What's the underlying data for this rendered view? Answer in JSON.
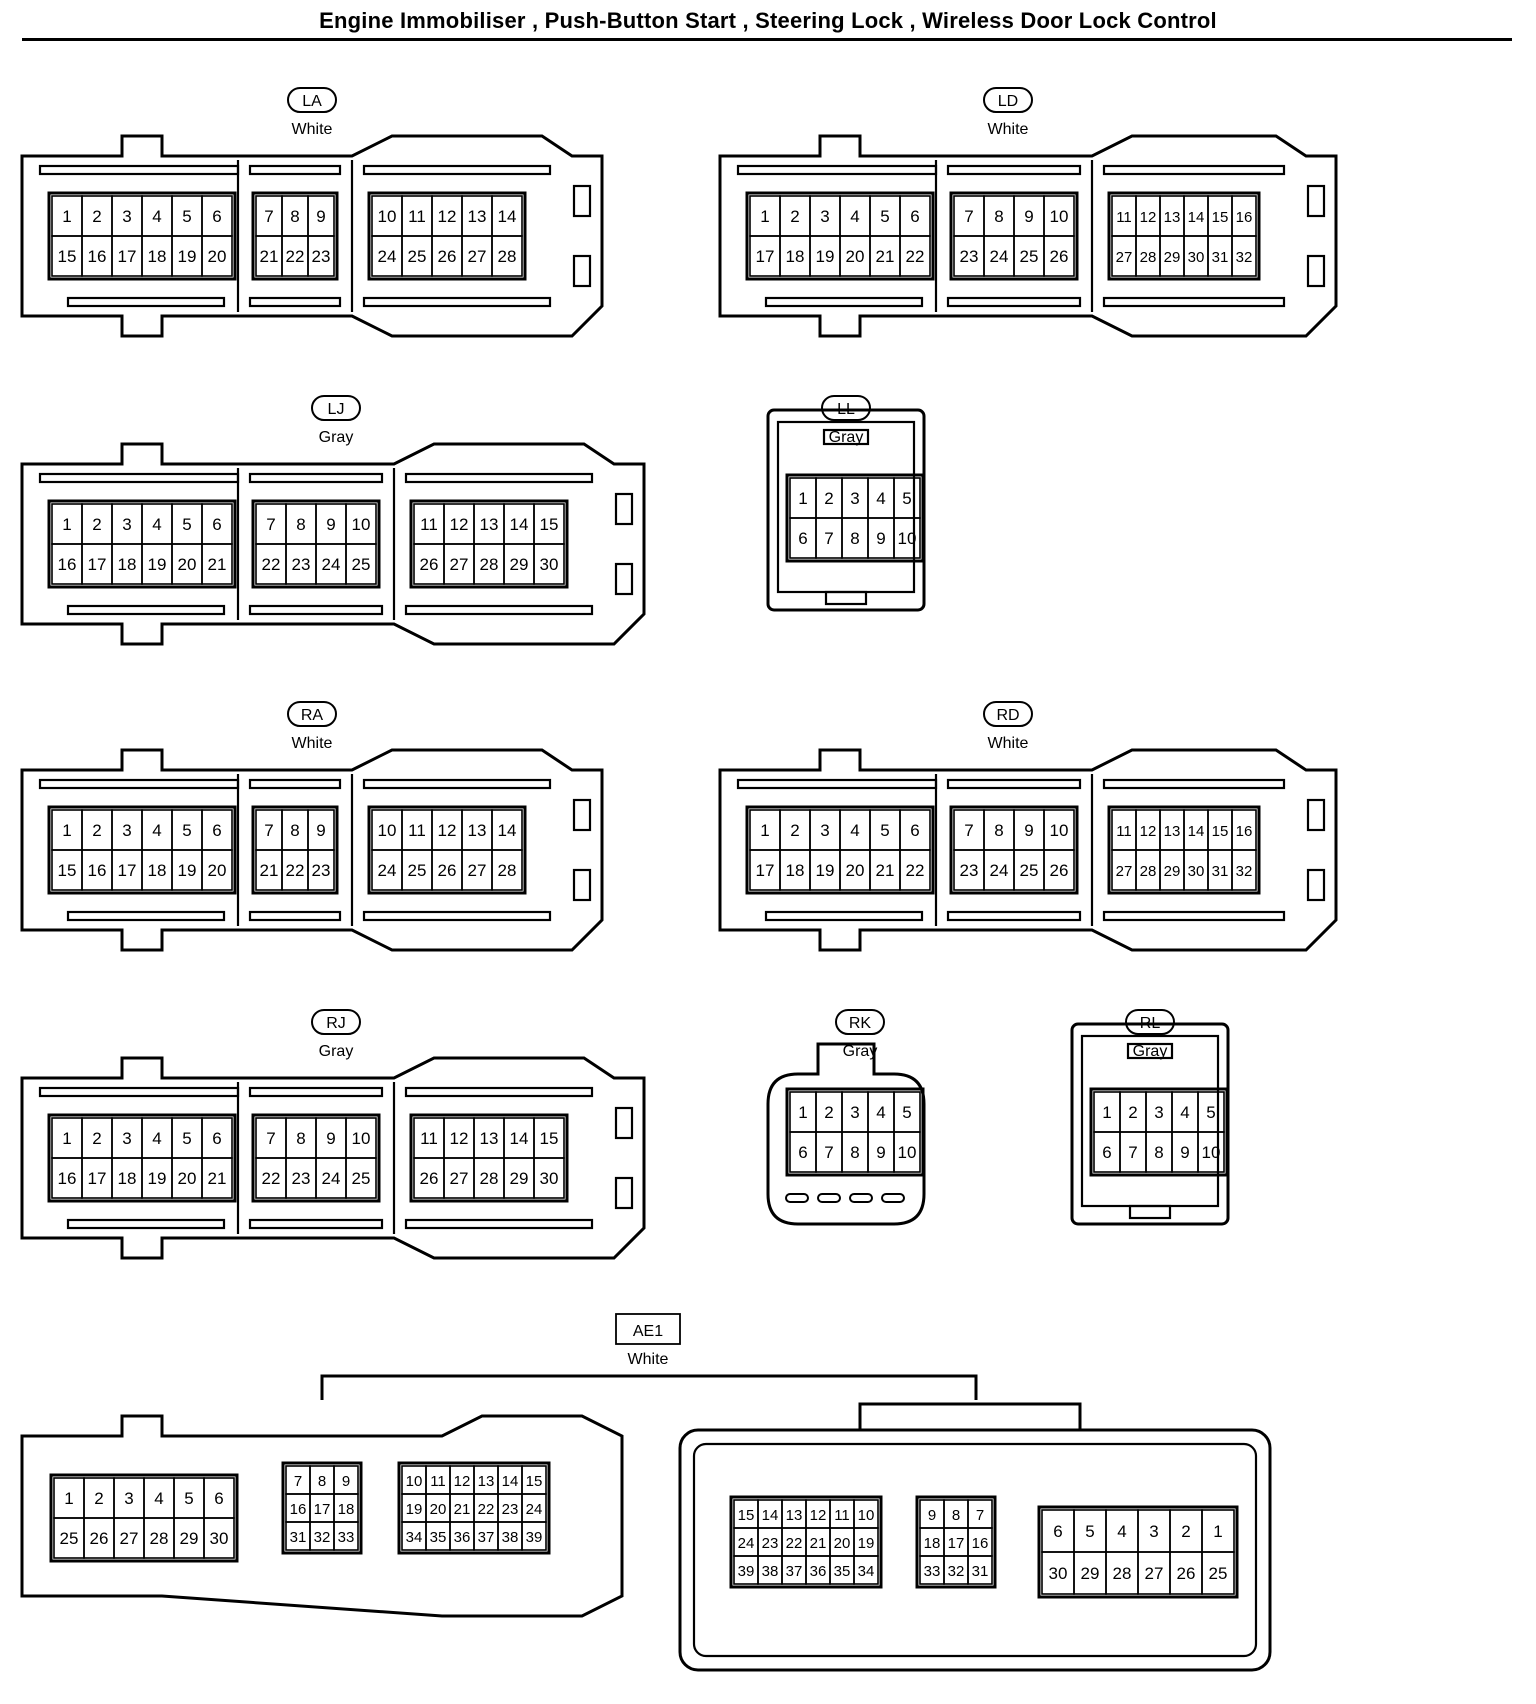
{
  "title": "Engine Immobiliser , Push-Button Start , Steering Lock , Wireless Door Lock Control",
  "connectors": [
    {
      "code": "LA",
      "color": "White",
      "type": "wide",
      "groups": [
        [
          [
            "1",
            "2",
            "3",
            "4",
            "5",
            "6"
          ],
          [
            "15",
            "16",
            "17",
            "18",
            "19",
            "20"
          ]
        ],
        [
          [
            "7",
            "8",
            "9"
          ],
          [
            "21",
            "22",
            "23"
          ]
        ],
        [
          [
            "10",
            "11",
            "12",
            "13",
            "14"
          ],
          [
            "24",
            "25",
            "26",
            "27",
            "28"
          ]
        ]
      ]
    },
    {
      "code": "LD",
      "color": "White",
      "type": "wide",
      "groups": [
        [
          [
            "1",
            "2",
            "3",
            "4",
            "5",
            "6"
          ],
          [
            "17",
            "18",
            "19",
            "20",
            "21",
            "22"
          ]
        ],
        [
          [
            "7",
            "8",
            "9",
            "10"
          ],
          [
            "23",
            "24",
            "25",
            "26"
          ]
        ],
        [
          [
            "11",
            "12",
            "13",
            "14",
            "15",
            "16"
          ],
          [
            "27",
            "28",
            "29",
            "30",
            "31",
            "32"
          ]
        ]
      ]
    },
    {
      "code": "LJ",
      "color": "Gray",
      "type": "wide",
      "groups": [
        [
          [
            "1",
            "2",
            "3",
            "4",
            "5",
            "6"
          ],
          [
            "16",
            "17",
            "18",
            "19",
            "20",
            "21"
          ]
        ],
        [
          [
            "7",
            "8",
            "9",
            "10"
          ],
          [
            "22",
            "23",
            "24",
            "25"
          ]
        ],
        [
          [
            "11",
            "12",
            "13",
            "14",
            "15"
          ],
          [
            "26",
            "27",
            "28",
            "29",
            "30"
          ]
        ]
      ]
    },
    {
      "code": "LL",
      "color": "Gray",
      "type": "small",
      "groups": [
        [
          [
            "1",
            "2",
            "3",
            "4",
            "5"
          ],
          [
            "6",
            "7",
            "8",
            "9",
            "10"
          ]
        ]
      ]
    },
    {
      "code": "RA",
      "color": "White",
      "type": "wide",
      "groups": [
        [
          [
            "1",
            "2",
            "3",
            "4",
            "5",
            "6"
          ],
          [
            "15",
            "16",
            "17",
            "18",
            "19",
            "20"
          ]
        ],
        [
          [
            "7",
            "8",
            "9"
          ],
          [
            "21",
            "22",
            "23"
          ]
        ],
        [
          [
            "10",
            "11",
            "12",
            "13",
            "14"
          ],
          [
            "24",
            "25",
            "26",
            "27",
            "28"
          ]
        ]
      ]
    },
    {
      "code": "RD",
      "color": "White",
      "type": "wide",
      "groups": [
        [
          [
            "1",
            "2",
            "3",
            "4",
            "5",
            "6"
          ],
          [
            "17",
            "18",
            "19",
            "20",
            "21",
            "22"
          ]
        ],
        [
          [
            "7",
            "8",
            "9",
            "10"
          ],
          [
            "23",
            "24",
            "25",
            "26"
          ]
        ],
        [
          [
            "11",
            "12",
            "13",
            "14",
            "15",
            "16"
          ],
          [
            "27",
            "28",
            "29",
            "30",
            "31",
            "32"
          ]
        ]
      ]
    },
    {
      "code": "RJ",
      "color": "Gray",
      "type": "wide",
      "groups": [
        [
          [
            "1",
            "2",
            "3",
            "4",
            "5",
            "6"
          ],
          [
            "16",
            "17",
            "18",
            "19",
            "20",
            "21"
          ]
        ],
        [
          [
            "7",
            "8",
            "9",
            "10"
          ],
          [
            "22",
            "23",
            "24",
            "25"
          ]
        ],
        [
          [
            "11",
            "12",
            "13",
            "14",
            "15"
          ],
          [
            "26",
            "27",
            "28",
            "29",
            "30"
          ]
        ]
      ]
    },
    {
      "code": "RK",
      "color": "Gray",
      "type": "small-rounded",
      "groups": [
        [
          [
            "1",
            "2",
            "3",
            "4",
            "5"
          ],
          [
            "6",
            "7",
            "8",
            "9",
            "10"
          ]
        ]
      ]
    },
    {
      "code": "RL",
      "color": "Gray",
      "type": "small",
      "groups": [
        [
          [
            "1",
            "2",
            "3",
            "4",
            "5"
          ],
          [
            "6",
            "7",
            "8",
            "9",
            "10"
          ]
        ]
      ]
    },
    {
      "code": "AE1",
      "color": "White",
      "type": "pair",
      "groups": [
        [
          [
            "1",
            "2",
            "3",
            "4",
            "5",
            "6"
          ],
          [
            "25",
            "26",
            "27",
            "28",
            "29",
            "30"
          ]
        ],
        [
          [
            "7",
            "8",
            "9"
          ],
          [
            "16",
            "17",
            "18"
          ],
          [
            "31",
            "32",
            "33"
          ]
        ],
        [
          [
            "10",
            "11",
            "12",
            "13",
            "14",
            "15"
          ],
          [
            "19",
            "20",
            "21",
            "22",
            "23",
            "24"
          ],
          [
            "34",
            "35",
            "36",
            "37",
            "38",
            "39"
          ]
        ],
        [
          [
            "15",
            "14",
            "13",
            "12",
            "11",
            "10"
          ],
          [
            "24",
            "23",
            "22",
            "21",
            "20",
            "19"
          ],
          [
            "39",
            "38",
            "37",
            "36",
            "35",
            "34"
          ]
        ],
        [
          [
            "9",
            "8",
            "7"
          ],
          [
            "18",
            "17",
            "16"
          ],
          [
            "33",
            "32",
            "31"
          ]
        ],
        [
          [
            "6",
            "5",
            "4",
            "3",
            "2",
            "1"
          ],
          [
            "30",
            "29",
            "28",
            "27",
            "26",
            "25"
          ]
        ]
      ]
    }
  ]
}
